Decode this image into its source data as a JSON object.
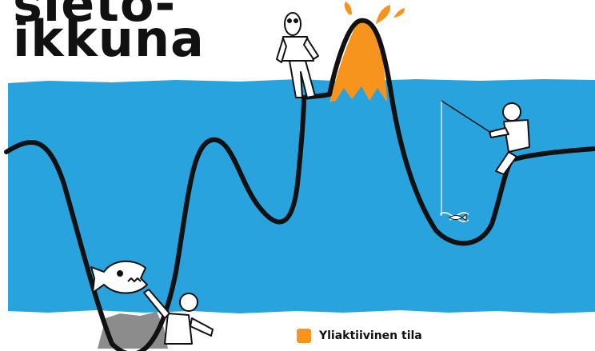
{
  "title": {
    "line1": "sieto-",
    "line2": "ikkuna"
  },
  "legend": {
    "label": "Yliaktiivinen tila",
    "swatch_color": "#f7941d"
  },
  "colors": {
    "window_blue": "#29a3dd",
    "curve": "#111111",
    "flame": "#f7941d",
    "rock": "#8c8c8c"
  }
}
